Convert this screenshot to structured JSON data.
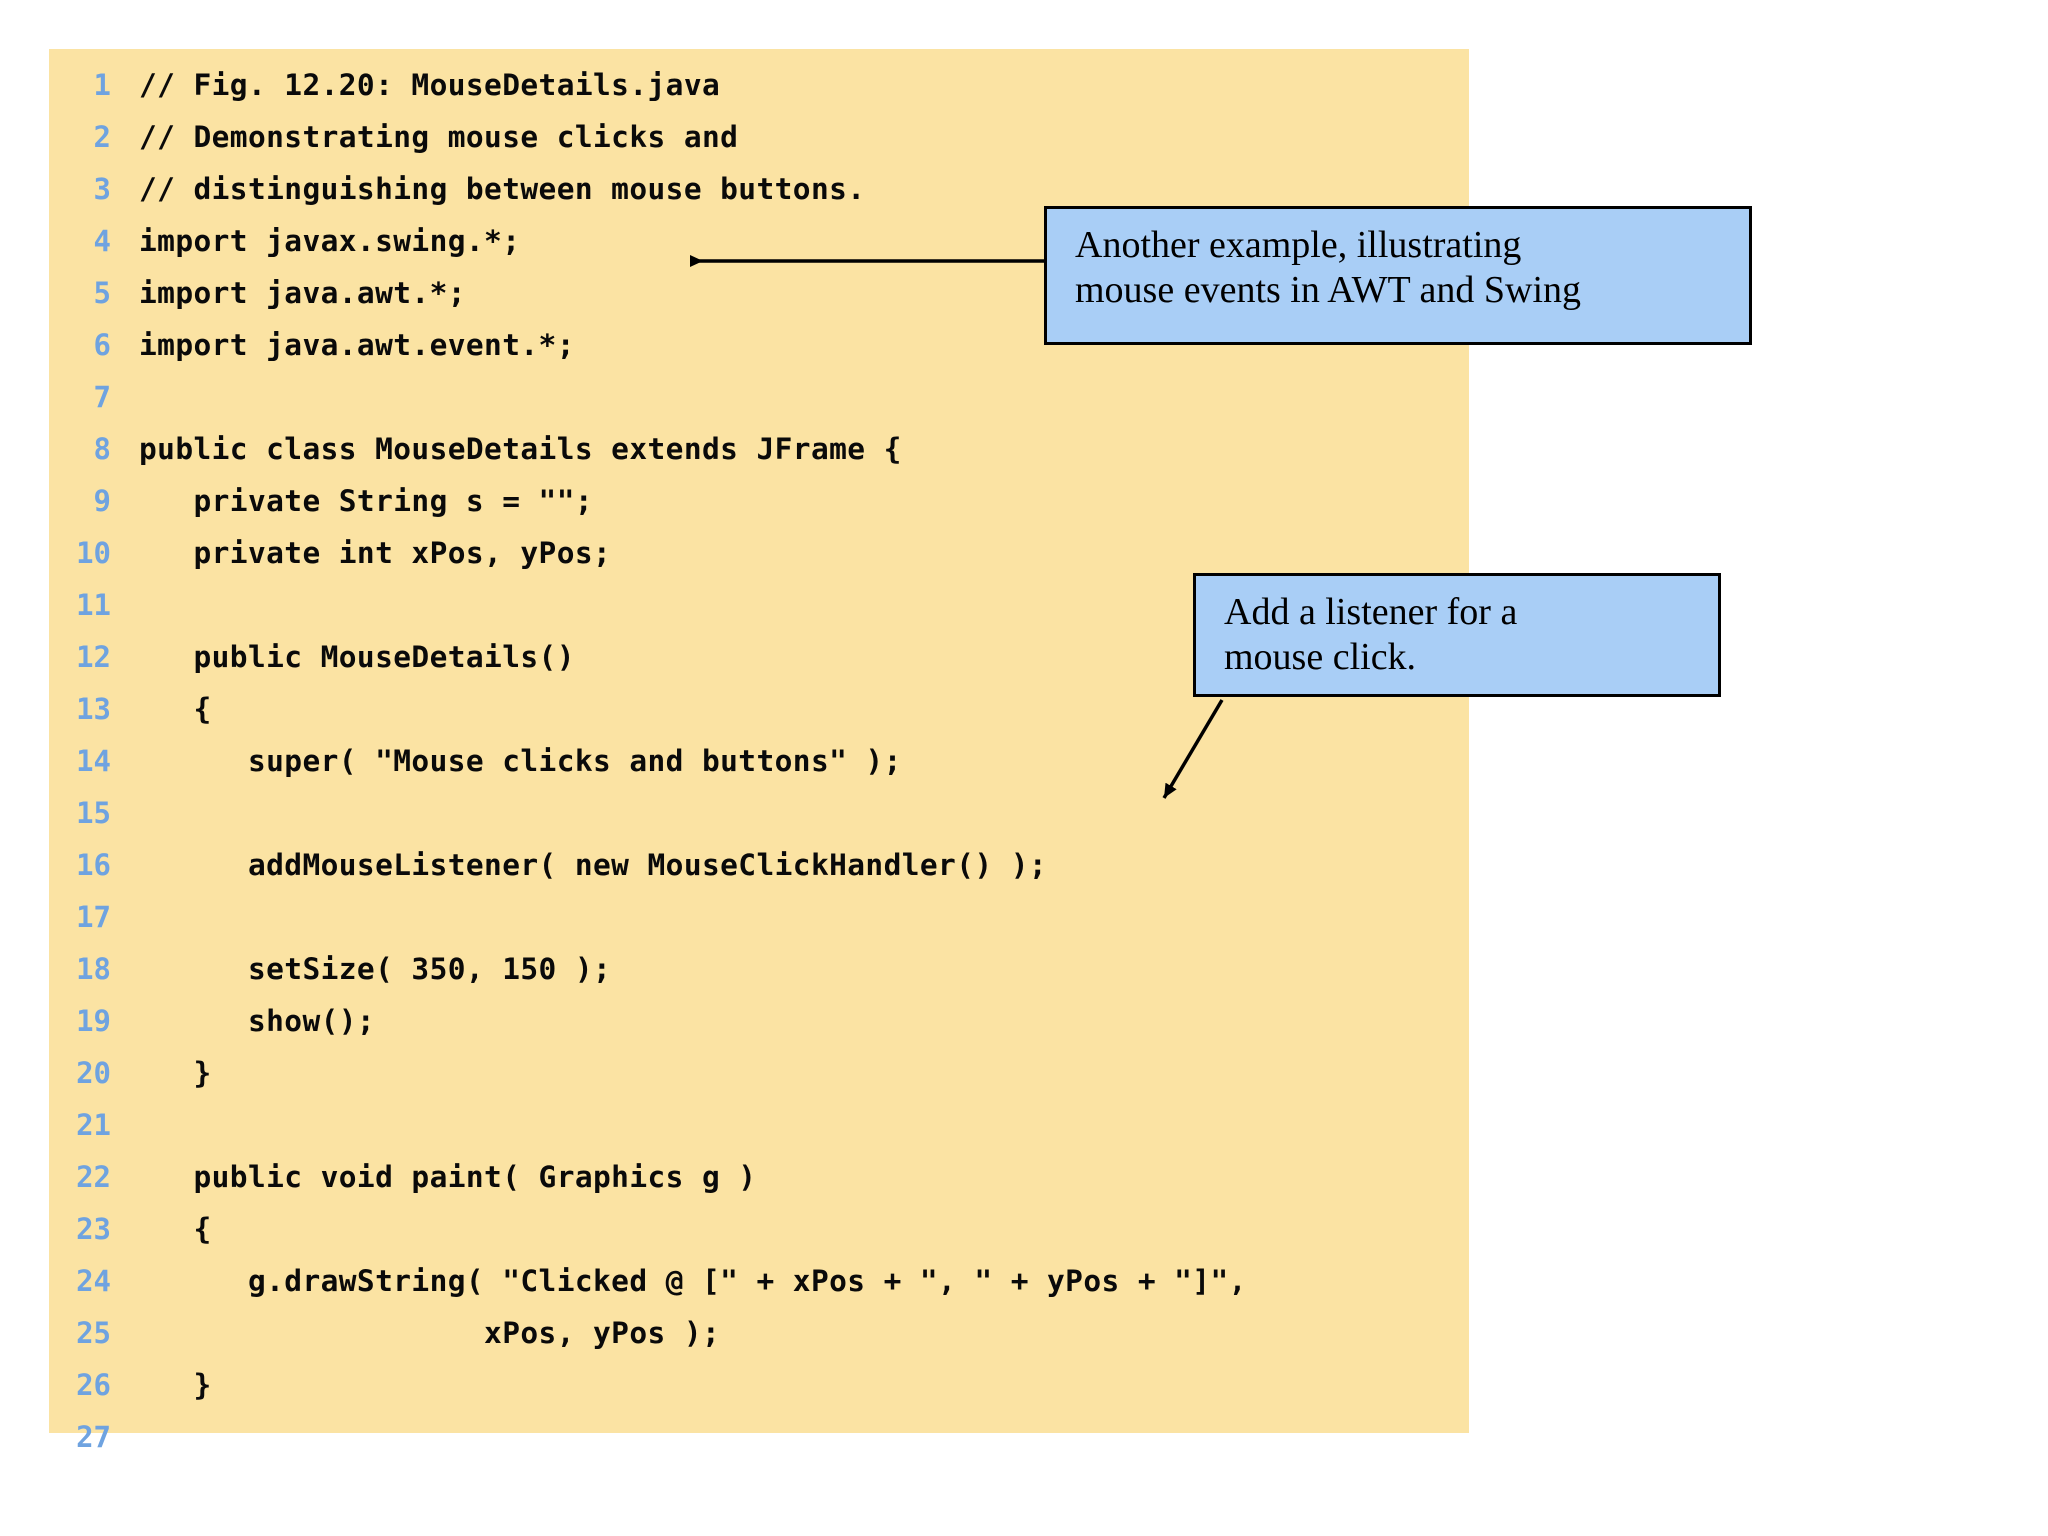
{
  "slide": {
    "panel_background": "#FBE3A3",
    "line_number_color": "#6FA3E0",
    "callout_background": "#A9CEF6",
    "callout_border_color": "#000000"
  },
  "code": {
    "language": "java",
    "lines": [
      {
        "n": "1",
        "text": "// Fig. 12.20: MouseDetails.java"
      },
      {
        "n": "2",
        "text": "// Demonstrating mouse clicks and"
      },
      {
        "n": "3",
        "text": "// distinguishing between mouse buttons."
      },
      {
        "n": "4",
        "text": "import javax.swing.*;"
      },
      {
        "n": "5",
        "text": "import java.awt.*;"
      },
      {
        "n": "6",
        "text": "import java.awt.event.*;"
      },
      {
        "n": "7",
        "text": ""
      },
      {
        "n": "8",
        "text": "public class MouseDetails extends JFrame {"
      },
      {
        "n": "9",
        "text": "   private String s = \"\";"
      },
      {
        "n": "10",
        "text": "   private int xPos, yPos;"
      },
      {
        "n": "11",
        "text": ""
      },
      {
        "n": "12",
        "text": "   public MouseDetails()"
      },
      {
        "n": "13",
        "text": "   {"
      },
      {
        "n": "14",
        "text": "      super( \"Mouse clicks and buttons\" );"
      },
      {
        "n": "15",
        "text": ""
      },
      {
        "n": "16",
        "text": "      addMouseListener( new MouseClickHandler() );"
      },
      {
        "n": "17",
        "text": ""
      },
      {
        "n": "18",
        "text": "      setSize( 350, 150 );"
      },
      {
        "n": "19",
        "text": "      show();"
      },
      {
        "n": "20",
        "text": "   }"
      },
      {
        "n": "21",
        "text": ""
      },
      {
        "n": "22",
        "text": "   public void paint( Graphics g )"
      },
      {
        "n": "23",
        "text": "   {"
      },
      {
        "n": "24",
        "text": "      g.drawString( \"Clicked @ [\" + xPos + \", \" + yPos + \"]\","
      },
      {
        "n": "25",
        "text": "                   xPos, yPos );"
      },
      {
        "n": "26",
        "text": "   }"
      },
      {
        "n": "27",
        "text": ""
      }
    ]
  },
  "callouts": [
    {
      "id": "callout-1",
      "line1": "Another example, illustrating",
      "line2": "mouse events in AWT and Swing",
      "points_to_line": "4"
    },
    {
      "id": "callout-2",
      "line1": "Add a listener for a",
      "line2": "mouse click.",
      "points_to_line": "16"
    }
  ]
}
